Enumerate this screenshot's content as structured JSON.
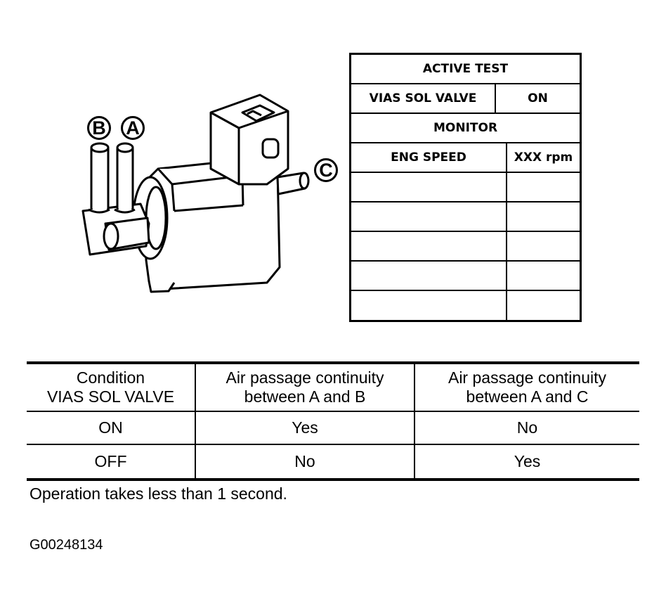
{
  "diagram": {
    "ports": {
      "b": "B",
      "a": "A",
      "c": "C"
    }
  },
  "active_test": {
    "title": "ACTIVE TEST",
    "item_label": "VIAS SOL VALVE",
    "item_value": "ON",
    "monitor_label": "MONITOR",
    "monitor_item": "ENG SPEED",
    "monitor_value": "XXX rpm",
    "empty_rows": 5
  },
  "condition_table": {
    "headers": [
      [
        "Condition",
        "VIAS SOL VALVE"
      ],
      [
        "Air passage continuity",
        "between A and B"
      ],
      [
        "Air passage continuity",
        "between A and C"
      ]
    ],
    "rows": [
      [
        "ON",
        "Yes",
        "No"
      ],
      [
        "OFF",
        "No",
        "Yes"
      ]
    ]
  },
  "note": "Operation takes less than 1 second.",
  "figure_id": "G00248134"
}
